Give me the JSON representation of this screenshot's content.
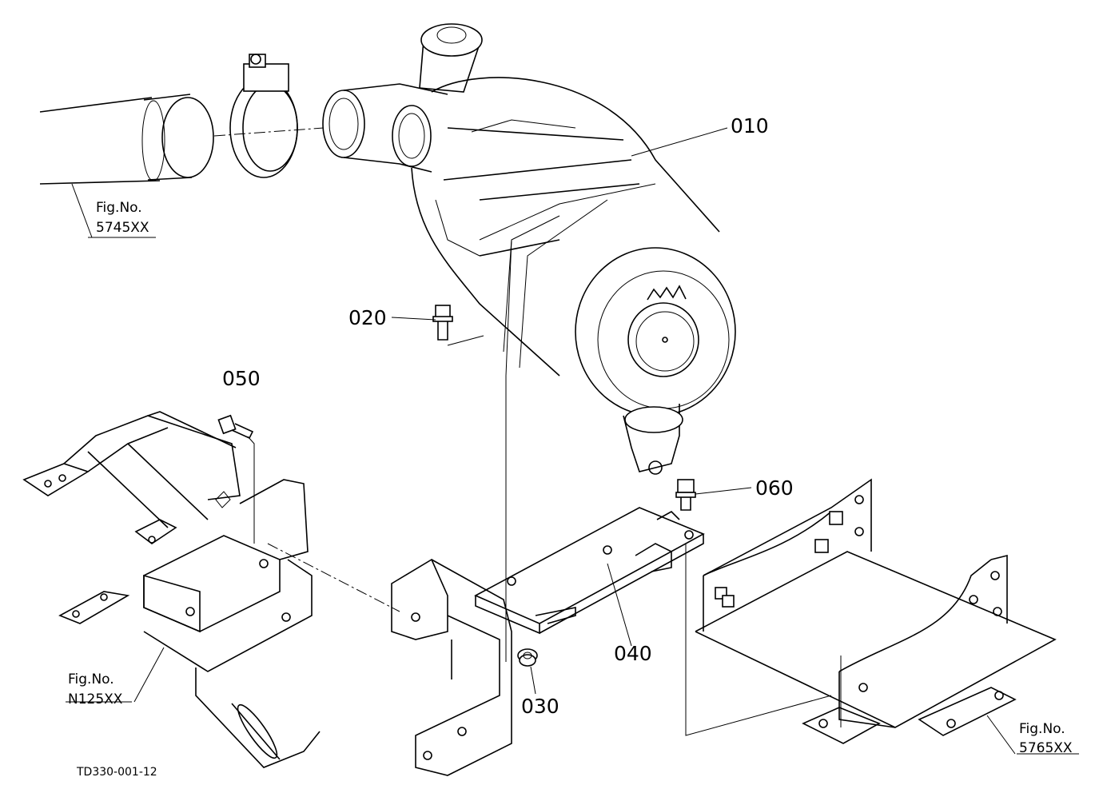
{
  "diagram": {
    "code": "TD330-001-12",
    "callouts": [
      "010",
      "020",
      "030",
      "040",
      "050",
      "060"
    ],
    "figure_refs": [
      {
        "prefix": "Fig.No.",
        "number": "5745XX"
      },
      {
        "prefix": "Fig.No.",
        "number": "N125XX"
      },
      {
        "prefix": "Fig.No.",
        "number": "5765XX"
      }
    ]
  }
}
